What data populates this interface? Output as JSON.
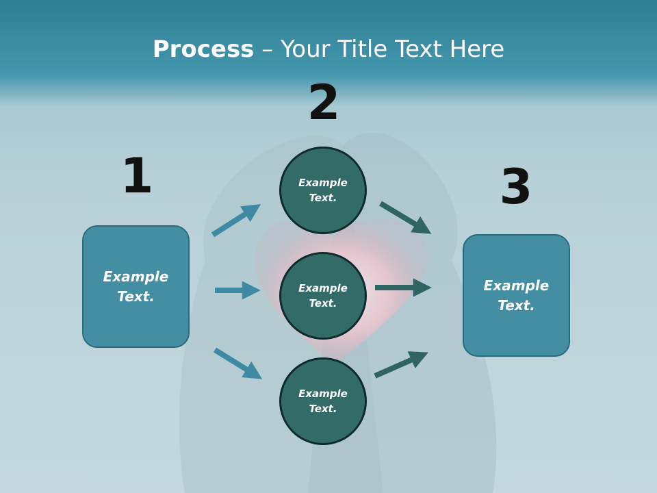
{
  "title": {
    "bold": "Process",
    "rest": " – Your Title Text Here"
  },
  "steps": {
    "one": "1",
    "two": "2",
    "three": "3"
  },
  "left_box": {
    "text": "Example\nText."
  },
  "circles": [
    {
      "text": "Example\nText."
    },
    {
      "text": "Example\nText."
    },
    {
      "text": "Example\nText."
    }
  ],
  "right_box": {
    "text": "Example\nText."
  },
  "colors": {
    "header": "#3a8ca3",
    "box_fill": "#448ea4",
    "circle_fill": "#336b68",
    "arrow_left": "#3e8aa2",
    "arrow_right": "#2f6463"
  }
}
